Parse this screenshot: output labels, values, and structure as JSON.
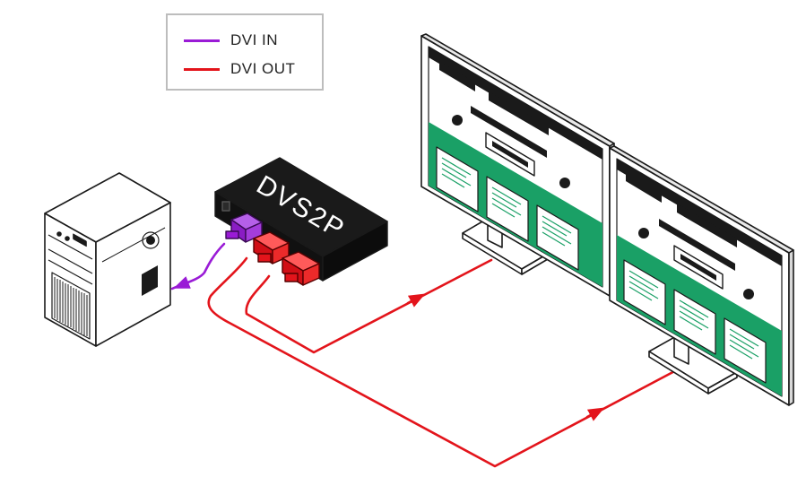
{
  "legend": {
    "items": [
      {
        "label": "DVI IN",
        "color": "#9a1bd6"
      },
      {
        "label": "DVI OUT",
        "color": "#e3141b"
      }
    ]
  },
  "device": {
    "label": "DVS2P"
  },
  "colors": {
    "dvi_in": "#9a1bd6",
    "dvi_out": "#e3141b",
    "screen_green": "#1aa066",
    "outline": "#1a1a1a"
  }
}
